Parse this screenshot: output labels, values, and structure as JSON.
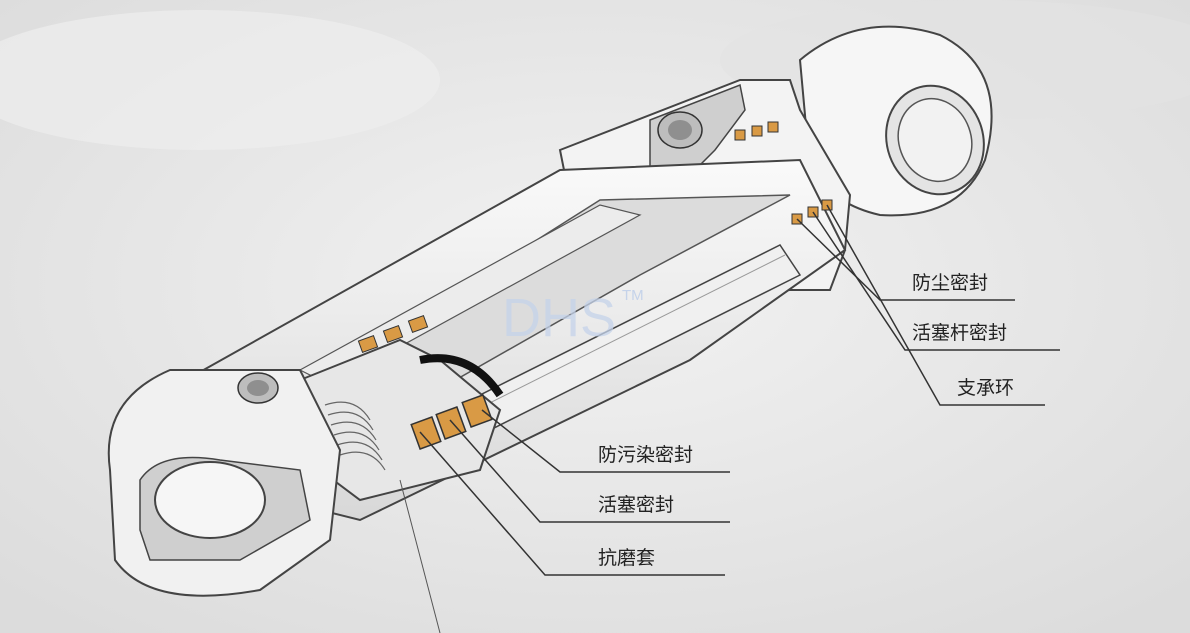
{
  "watermark": {
    "text": "DHS",
    "mark": "TM"
  },
  "labels": {
    "dust_seal": "防尘密封",
    "rod_seal": "活塞杆密封",
    "support_ring": "支承环",
    "contamination_seal": "防污染密封",
    "piston_seal": "活塞密封",
    "wear_sleeve": "抗磨套"
  },
  "colors": {
    "seal": "#d99a45",
    "metal_light": "#f4f4f4",
    "metal_cut": "#cfcfcf",
    "outline": "#444444",
    "leader": "#333333"
  }
}
